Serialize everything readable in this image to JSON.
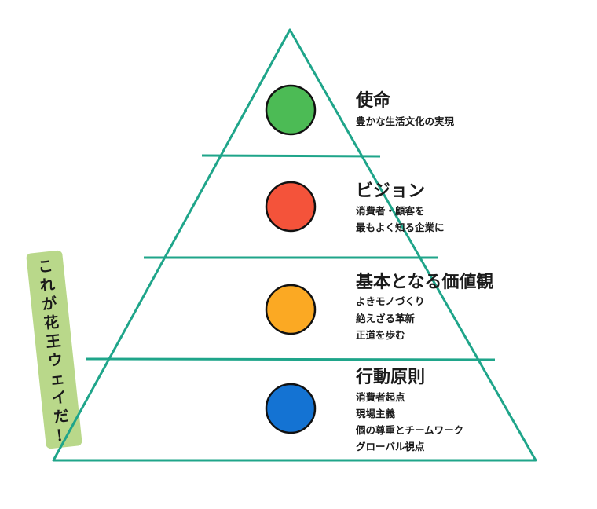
{
  "colors": {
    "outline": "#1fa58a",
    "label_bg": "#b9d88a",
    "circle_stroke": "#111111"
  },
  "tiers": [
    {
      "title": "使命",
      "lines": [
        "豊かな生活文化の実現"
      ],
      "circle_color": "#4cbb55"
    },
    {
      "title": "ビジョン",
      "lines": [
        "消費者・顧客を",
        "最もよく知る企業に"
      ],
      "circle_color": "#f4533a"
    },
    {
      "title": "基本となる価値観",
      "lines": [
        "よきモノづくり",
        "絶えざる革新",
        "正道を歩む"
      ],
      "circle_color": "#fba923"
    },
    {
      "title": "行動原則",
      "lines": [
        "消費者起点",
        "現場主義",
        "個の尊重とチームワーク",
        "グローバル視点"
      ],
      "circle_color": "#1473d3"
    }
  ],
  "side_label": {
    "text": "これが花王ウェイだ！"
  }
}
